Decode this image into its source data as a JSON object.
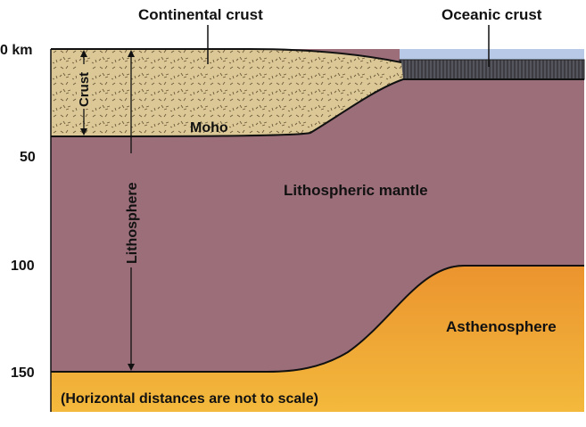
{
  "header_labels": {
    "continental_crust": "Continental crust",
    "oceanic_crust": "Oceanic crust"
  },
  "depth_axis": {
    "ticks": [
      "0 km",
      "50",
      "100",
      "150"
    ]
  },
  "regions": {
    "crust_label": "Crust",
    "moho_label": "Moho",
    "lithosphere_label": "Lithosphere",
    "lithospheric_mantle_label": "Lithospheric mantle",
    "asthenosphere_label": "Asthenosphere"
  },
  "footnote": "(Horizontal distances are not to scale)",
  "colors": {
    "continental_crust": "#dcc896",
    "oceanic_water": "#b7c9e6",
    "oceanic_crust": "#3f3f48",
    "lithospheric_mantle": "#9b6e7a",
    "asthenosphere_top": "#d55a14",
    "asthenosphere_bottom": "#f2b63a"
  }
}
